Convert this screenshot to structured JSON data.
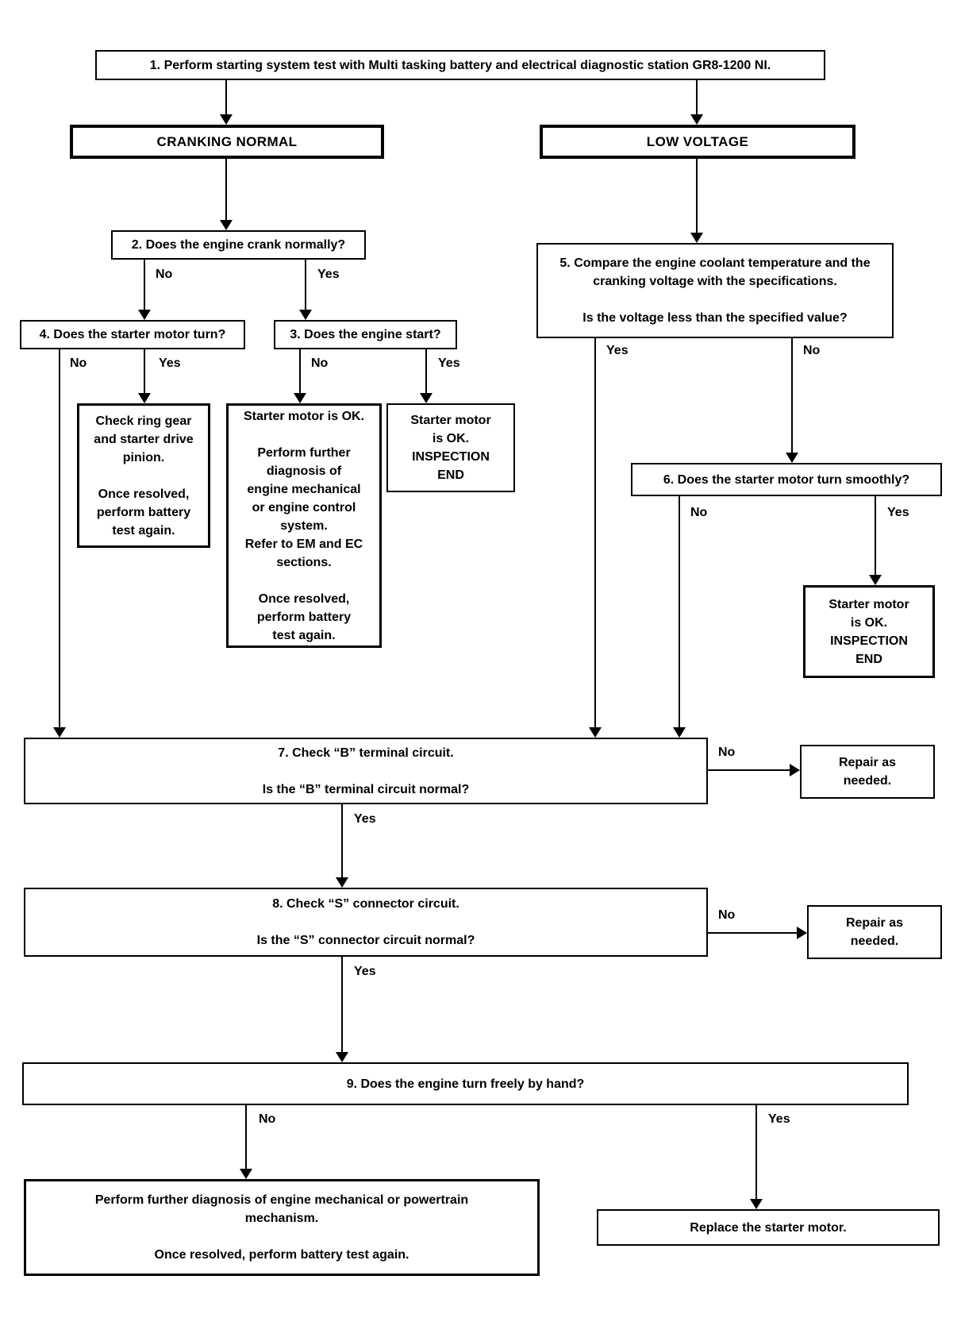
{
  "title": "Starting system diagnostic flowchart",
  "labels": {
    "yes": "Yes",
    "no": "No"
  },
  "nodes": {
    "step1": {
      "text": "1. Perform starting system test with Multi tasking battery and electrical diagnostic station GR8-1200 NI."
    },
    "cranking_normal": {
      "text": "CRANKING NORMAL"
    },
    "low_voltage": {
      "text": "LOW VOLTAGE"
    },
    "step2": {
      "text": "2. Does the engine crank normally?"
    },
    "step4": {
      "text": "4. Does the starter motor turn?"
    },
    "step3": {
      "text": "3. Does the engine start?"
    },
    "check_ring_gear": {
      "text": "Check ring gear\nand starter drive\npinion.\n\nOnce resolved,\nperform battery\ntest again."
    },
    "starter_ok_diagnosis": {
      "text": "Starter motor is OK.\n\nPerform further\ndiagnosis of\nengine mechanical\nor engine control\nsystem.\nRefer to EM and EC\nsections.\n\nOnce resolved,\nperform battery\ntest again."
    },
    "starter_ok_end_left": {
      "text": "Starter motor\nis OK.\nINSPECTION\nEND"
    },
    "step5": {
      "text": "5. Compare the engine coolant temperature and the\ncranking voltage with the specifications.\n\nIs the voltage less than the specified value?"
    },
    "step6": {
      "text": "6. Does the starter motor turn smoothly?"
    },
    "starter_ok_end_right": {
      "text": "Starter motor\nis OK.\nINSPECTION\nEND"
    },
    "step7": {
      "text": "7. Check “B” terminal circuit.\n\nIs the “B” terminal circuit normal?"
    },
    "repair_b": {
      "text": "Repair as\nneeded."
    },
    "step8": {
      "text": "8. Check “S” connector circuit.\n\nIs the “S” connector circuit normal?"
    },
    "repair_s": {
      "text": "Repair as\nneeded."
    },
    "step9": {
      "text": "9. Does the engine turn freely by hand?"
    },
    "engine_mechanical": {
      "text": "Perform further diagnosis of engine mechanical or powertrain\nmechanism.\n\nOnce resolved, perform battery test again."
    },
    "replace_starter": {
      "text": "Replace the starter motor."
    }
  }
}
